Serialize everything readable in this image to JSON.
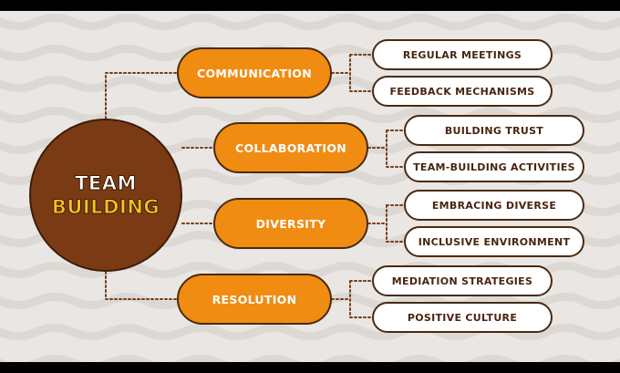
{
  "hub": {
    "line1": "TEAM",
    "line2": "BUILDING"
  },
  "colors": {
    "background": "#e9e6e3",
    "hub": "#7a3b14",
    "hub_line1": "#ffffff",
    "hub_line2": "#f6c21b",
    "category": "#f08c12",
    "leaf": "#ffffff",
    "outline": "#4a2a10",
    "connector": "#7a3b14"
  },
  "branches": [
    {
      "label": "COMMUNICATION",
      "leaves": [
        "REGULAR MEETINGS",
        "FEEDBACK MECHANISMS"
      ]
    },
    {
      "label": "COLLABORATION",
      "leaves": [
        "BUILDING TRUST",
        "TEAM-BUILDING ACTIVITIES"
      ]
    },
    {
      "label": "DIVERSITY",
      "leaves": [
        "EMBRACING DIVERSE",
        "INCLUSIVE ENVIRONMENT"
      ]
    },
    {
      "label": "RESOLUTION",
      "leaves": [
        "MEDIATION STRATEGIES",
        "POSITIVE CULTURE"
      ]
    }
  ]
}
